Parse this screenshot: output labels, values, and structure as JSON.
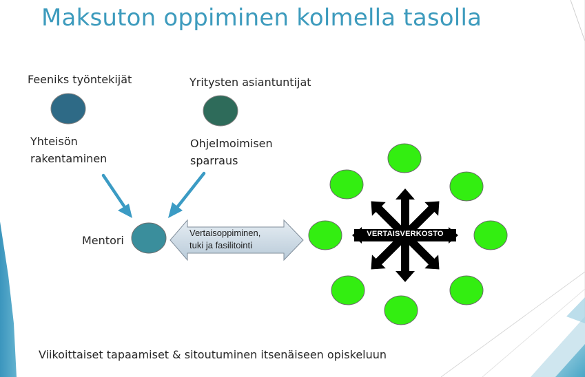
{
  "title": "Maksuton oppiminen kolmella tasolla",
  "labels": {
    "feeniks": "Feeniks työntekijät",
    "yritysten": "Yritysten asiantuntijat",
    "yhteison": "Yhteisön\nrakentaminen",
    "ohjelmoimisen": "Ohjelmoimisen\nsparraus",
    "mentori": "Mentori",
    "vertais": "Vertaisoppiminen,\ntuki ja fasilitointi",
    "verkosto": "VERTAISVERKOSTO",
    "footer": "Viikoittaiset tapaamiset & sitoutuminen itsenäiseen opiskeluun"
  },
  "nodes": {
    "feeniks_color": "#2e6a86",
    "yritysten_color": "#2e6b5a",
    "mentori_color": "#3a8e9c",
    "peer_color": "#33ee11",
    "arrow_color": "#3b9bc4"
  }
}
